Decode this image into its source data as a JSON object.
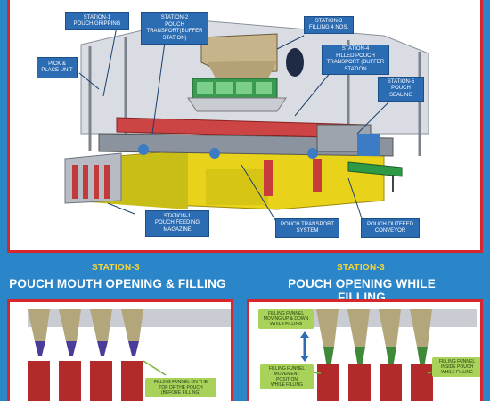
{
  "callouts": {
    "station1_gripping": "STATION-1\nPOUCH GRIPPING",
    "station2_transport": "STATION-2\nPOUCH\nTRANSPORT(BUFFER\nSTATION)",
    "station3_filling": "STATION-3\nFILLING 4 NOS.",
    "pick_place": "PICK &\nPLACE UNIT",
    "station4_filled": "STATION-4\nFILLED POUCH\nTRANSPORT (BUFFER\nSTATION",
    "station5_sealing": "STATION-5\nPOUCH\nSEALING",
    "station1_magazine": "STATION-1\nPOUCH FEEDING\nMAGAZINE",
    "transport_system": "POUCH TRANSPORT\nSYSTEM",
    "outfeed_conveyor": "POUCH OUTFEED\nCONVEYOR"
  },
  "left_section": {
    "station": "STATION-3",
    "title": "POUCH  MOUTH OPENING & FILLING",
    "labels": {
      "funnel_top": "FILLING FUNNEL ON THE\nTOP OF THE POUCH\n(BEFORE FILLING)"
    }
  },
  "right_section": {
    "station": "STATION-3",
    "title": "POUCH OPENING WHILE FILLING",
    "labels": {
      "funnel_moving": "FILLING FUNNEL\nMOVING UP & DOWN\nWHILE FILLING",
      "funnel_movement": "FILLING FUNNEL\nMOVEMENT POSITION\nWHILE FILLING",
      "funnel_inside": "FILLING FUNNEL\nINSIDE POUCH\nWHILE FILLING"
    }
  }
}
